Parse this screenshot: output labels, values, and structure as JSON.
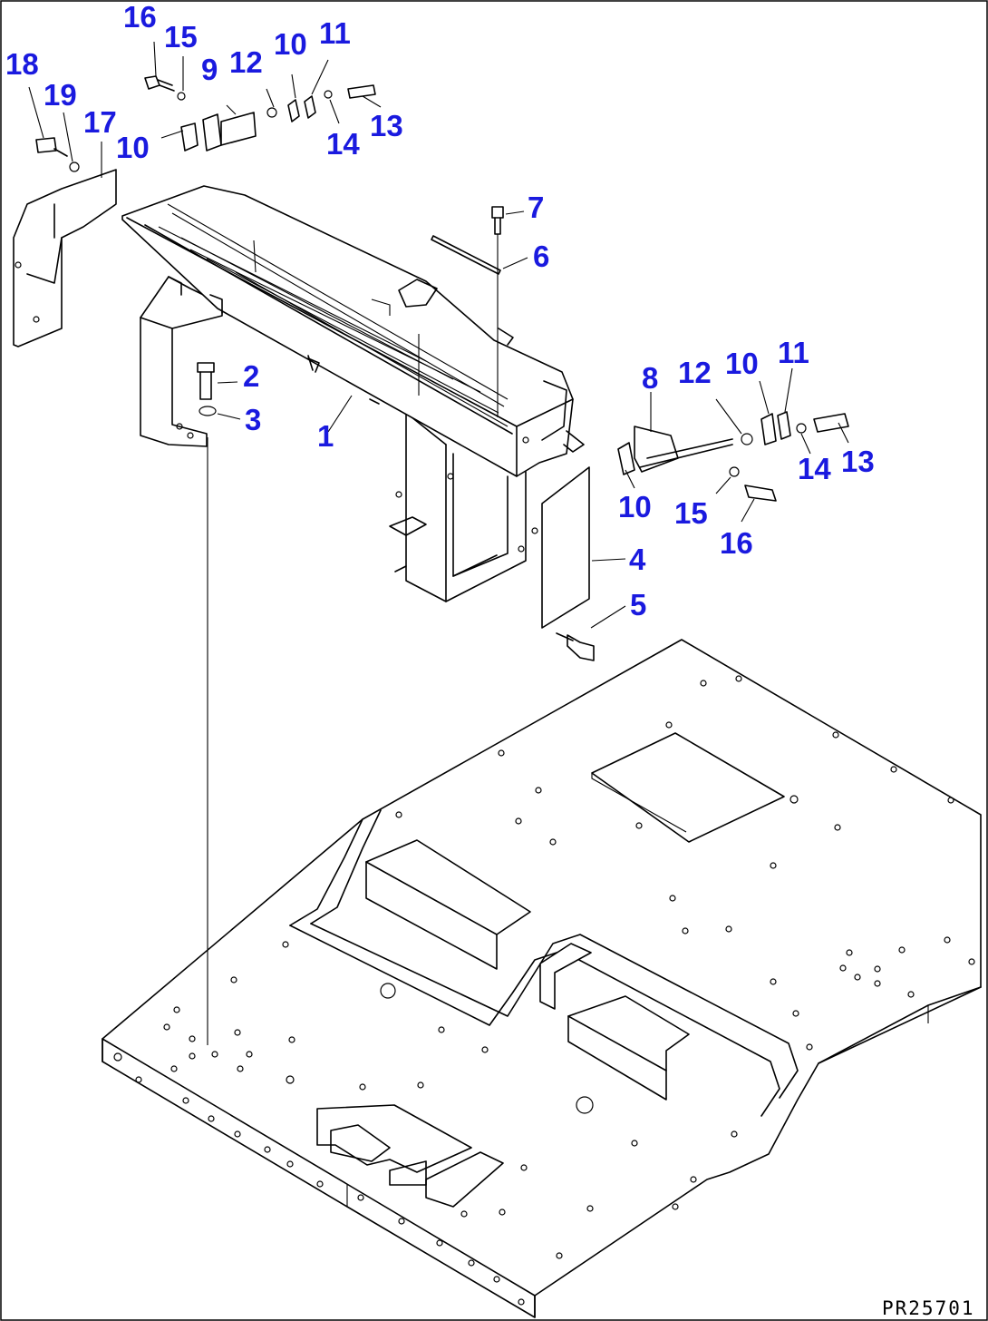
{
  "diagram": {
    "callouts": {
      "c1": "1",
      "c2": "2",
      "c3": "3",
      "c4": "4",
      "c5": "5",
      "c6": "6",
      "c7": "7",
      "c8": "8",
      "c9": "9",
      "c10a": "10",
      "c10b": "10",
      "c10c": "10",
      "c10d": "10",
      "c11a": "11",
      "c11b": "11",
      "c12a": "12",
      "c12b": "12",
      "c13a": "13",
      "c13b": "13",
      "c14a": "14",
      "c14b": "14",
      "c15a": "15",
      "c15b": "15",
      "c16a": "16",
      "c16b": "16",
      "c17": "17",
      "c18": "18",
      "c19": "19"
    },
    "reference_code": "PR25701"
  }
}
